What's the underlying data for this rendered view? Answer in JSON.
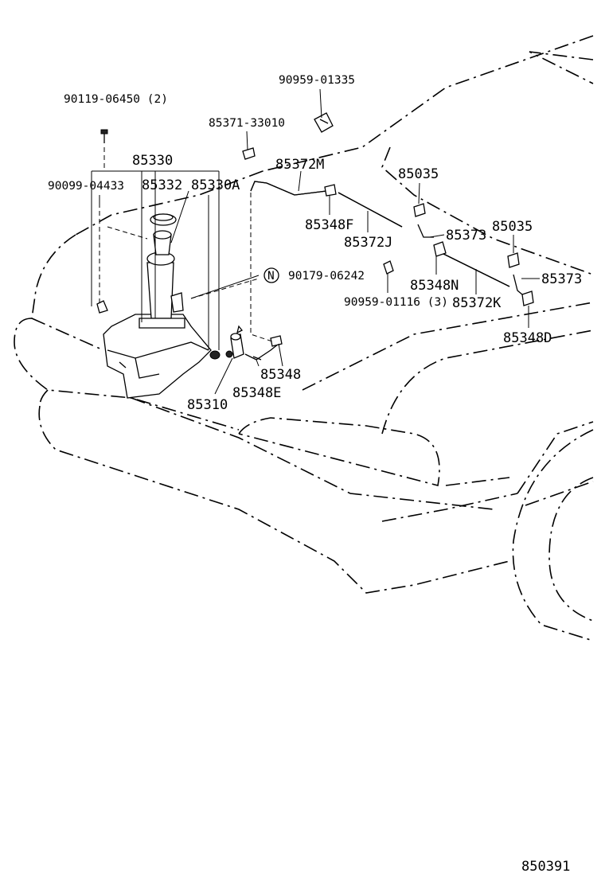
{
  "labels": {
    "p_90959_01335": "90959-01335",
    "p_90119_06450": "90119-06450 (2)",
    "p_85371_33010": "85371-33010",
    "p_85330": "85330",
    "p_85372M": "85372M",
    "p_90099_04433": "90099-04433",
    "p_85332": "85332",
    "p_85330A": "85330A",
    "p_85035_a": "85035",
    "p_85348F": "85348F",
    "p_85373_a": "85373",
    "p_85035_b": "85035",
    "p_85372J": "85372J",
    "p_N_mark": "N",
    "p_90179_06242": "90179-06242",
    "p_85348N": "85348N",
    "p_85373_b": "85373",
    "p_90959_01116": "90959-01116 (3)",
    "p_85372K": "85372K",
    "p_85348D": "85348D",
    "p_85348": "85348",
    "p_85348E": "85348E",
    "p_85310": "85310",
    "drawing_number": "850391"
  }
}
